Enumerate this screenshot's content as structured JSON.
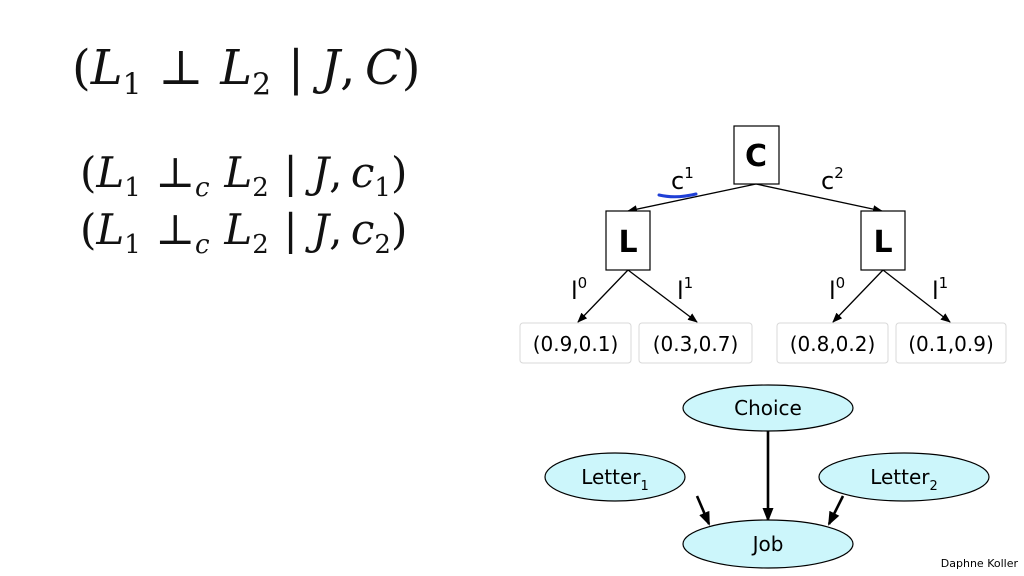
{
  "equations": {
    "main": {
      "var1": "L",
      "sub1": "1",
      "op": "⊥",
      "var2": "L",
      "sub2": "2",
      "bar": "|",
      "given1": "J",
      "comma": ",",
      "given2": "C"
    },
    "cond1": {
      "var1": "L",
      "sub1": "1",
      "op": "⊥",
      "op_sub": "c",
      "var2": "L",
      "sub2": "2",
      "bar": "|",
      "given1": "J",
      "comma": ",",
      "given2": "c",
      "given2_sub": "1"
    },
    "cond2": {
      "var1": "L",
      "sub1": "1",
      "op": "⊥",
      "op_sub": "c",
      "var2": "L",
      "sub2": "2",
      "bar": "|",
      "given1": "J",
      "comma": ",",
      "given2": "c",
      "given2_sub": "2"
    }
  },
  "tree": {
    "root": "C",
    "left_branch": {
      "label": "c",
      "sup": "1"
    },
    "right_branch": {
      "label": "c",
      "sup": "2"
    },
    "left_child": "L",
    "right_child": "L",
    "l0": {
      "label": "l",
      "sup": "0"
    },
    "l1": {
      "label": "l",
      "sup": "1"
    },
    "leaves": [
      "(0.9,0.1)",
      "(0.3,0.7)",
      "(0.8,0.2)",
      "(0.1,0.9)"
    ],
    "highlight_color": "#1f3fd6"
  },
  "network": {
    "node_fill": "#ccf6fb",
    "choice": "Choice",
    "letter1": {
      "label": "Letter",
      "sub": "1"
    },
    "letter2": {
      "label": "Letter",
      "sub": "2"
    },
    "job": "Job"
  },
  "credit": "Daphne Koller"
}
